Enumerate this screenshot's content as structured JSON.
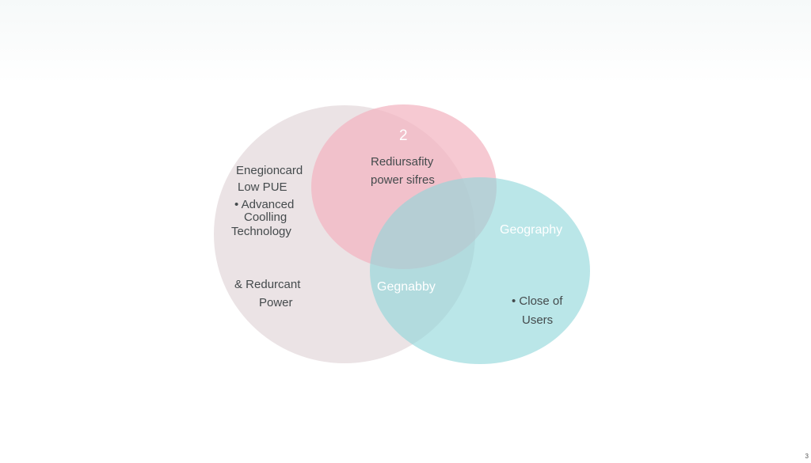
{
  "diagram": {
    "circles": {
      "left": {
        "color": "#e6dcde"
      },
      "top": {
        "color": "#f3b4c0"
      },
      "right": {
        "color": "#8fd6da"
      }
    },
    "left_labels": {
      "line1": "Enegioncard",
      "line2": "Low PUE",
      "line3": "• Advanced",
      "line4": "Coolling",
      "line5": "Technology",
      "line6": "& Redurcant",
      "line7": "Power"
    },
    "top_labels": {
      "number": "2",
      "line1": "Rediursafity",
      "line2": "power sifres"
    },
    "center_label": "Gegnabby",
    "right_labels": {
      "title": "Geography",
      "line1": "• Close of",
      "line2": "Users"
    }
  },
  "page_number": "3"
}
